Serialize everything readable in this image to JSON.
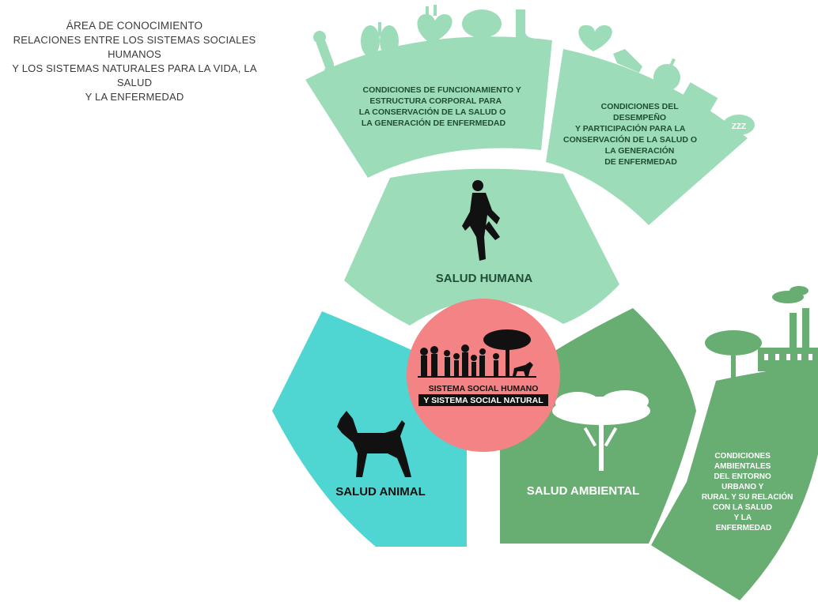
{
  "heading": {
    "title": "ÁREA DE CONOCIMIENTO",
    "subtitle_lines": [
      "RELACIONES ENTRE LOS SISTEMAS SOCIALES HUMANOS",
      "Y LOS SISTEMAS NATURALES PARA LA VIDA, LA SALUD",
      "Y LA ENFERMEDAD"
    ]
  },
  "colors": {
    "light_green": "#9ddcb9",
    "turquoise": "#4fd6d2",
    "dark_green": "#68ad72",
    "pink_center": "#f38385",
    "dark_text": "#1f4d36",
    "white": "#ffffff",
    "black": "#111111"
  },
  "center": {
    "line1": "SISTEMA SOCIAL HUMANO",
    "line2": "Y SISTEMA SOCIAL NATURAL"
  },
  "segments": {
    "human": "SALUD HUMANA",
    "animal": "SALUD ANIMAL",
    "environmental": "SALUD AMBIENTAL"
  },
  "outer": {
    "body": [
      "CONDICIONES DE FUNCIONAMIENTO Y",
      "ESTRUCTURA CORPORAL PARA",
      "LA CONSERVACIÓN DE LA SALUD O",
      "LA GENERACIÓN DE ENFERMEDAD"
    ],
    "performance": [
      "CONDICIONES DEL",
      "DESEMPEÑO",
      "Y PARTICIPACIÓN PARA LA",
      "CONSERVACIÓN DE LA SALUD O",
      "LA GENERACIÓN",
      "DE ENFERMEDAD"
    ],
    "environment": [
      "CONDICIONES",
      "AMBIENTALES",
      "DEL ENTORNO",
      "URBANO Y",
      "RURAL Y SU RELACIÓN",
      "CON LA SALUD",
      "Y LA",
      "ENFERMEDAD"
    ]
  },
  "icons": {
    "body_band": [
      "bone-icon",
      "lungs-icon",
      "heart-icon",
      "brain-icon",
      "foot-icon"
    ],
    "performance_band": [
      "heart-rate-icon",
      "running-shoe-icon",
      "apple-icon",
      "calendar-icon",
      "sleep-icon"
    ],
    "sleep_text": "ZZZ",
    "environment_band": [
      "tree-icon",
      "factory-icon"
    ],
    "segments": [
      "runner-icon",
      "dog-icon",
      "acacia-tree-icon",
      "people-and-tree-icon"
    ]
  }
}
